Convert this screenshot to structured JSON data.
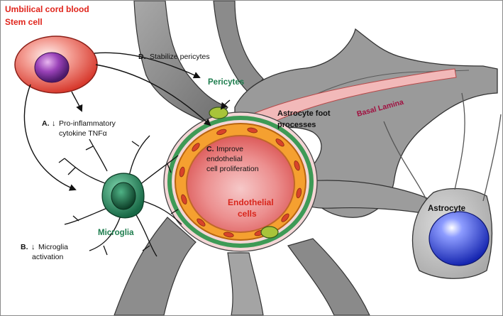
{
  "stem_cell": {
    "line1": "Umbilical cord blood",
    "line2": "Stem cell"
  },
  "effects": {
    "a": {
      "letter": "A.",
      "arrow": "↓",
      "line1": "Pro-inflammatory",
      "line2": "cytokine TNFα"
    },
    "b": {
      "letter": "B.",
      "arrow": "↓",
      "line1": "Microglia",
      "line2": "activation"
    },
    "c": {
      "letter": "C.",
      "line1": "Improve",
      "line2": "endothelial",
      "line3": "cell proliferation"
    },
    "d": {
      "letter": "D.",
      "text": "Stabilize pericytes"
    }
  },
  "labels": {
    "pericytes": "Pericytes",
    "astrocyte_foot_1": "Astrocyte foot",
    "astrocyte_foot_2": "processes",
    "basal_lamina": "Basal Lamina",
    "endothelial_1": "Endothelial",
    "endothelial_2": "cells",
    "microglia": "Microglia",
    "astrocyte": "Astrocyte"
  },
  "colors": {
    "stem_cell_label": "#e0241b",
    "green_label": "#1e7d4e",
    "endothelial_label": "#d9261c",
    "basal_lamina_label": "#a01040",
    "astrocyte_gray": "#7d7d7d",
    "endothelial_orange": "#f5a030",
    "lumen_red": "#e05a5a",
    "microglia_green": "#2e8a63",
    "astrocyte_nucleus_blue": "#3044d8"
  }
}
